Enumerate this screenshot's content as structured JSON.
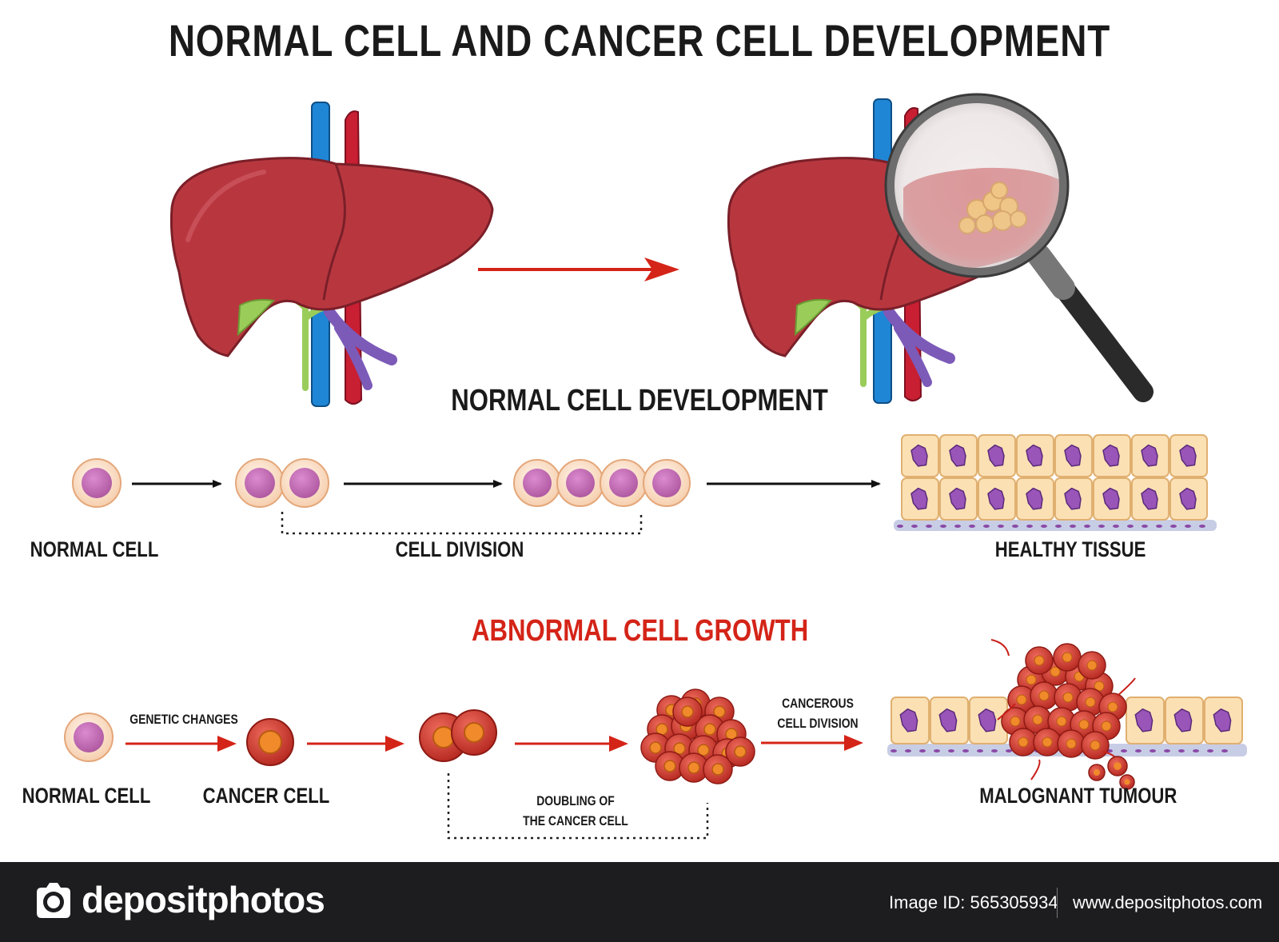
{
  "title": "NORMAL CELL AND CANCER CELL DEVELOPMENT",
  "normal_section": {
    "heading": "NORMAL CELL DEVELOPMENT",
    "labels": {
      "normal_cell": "NORMAL CELL",
      "cell_division": "CELL DIVISION",
      "healthy_tissue": "HEALTHY TISSUE"
    }
  },
  "abnormal_section": {
    "heading": "ABNORMAL CELL GROWTH",
    "labels": {
      "normal_cell": "NORMAL CELL",
      "genetic_changes": "GENETIC CHANGES",
      "cancer_cell": "CANCER CELL",
      "doubling_line1": "DOUBLING OF",
      "doubling_line2": "THE CANCER CELL",
      "cancerous_line1": "CANCEROUS",
      "cancerous_line2": "CELL DIVISION",
      "malignant_tumour": "MALOGNANT TUMOUR"
    }
  },
  "footer": {
    "brand": "depositphotos",
    "image_id": "Image ID: 565305934",
    "website": "www.depositphotos.com"
  },
  "colors": {
    "liver": "#b8373f",
    "liver_dark": "#8e2630",
    "vein": "#1f86d6",
    "artery": "#c81f33",
    "cell_fill": "#fbe4d2",
    "cell_nucleus": "#c96ab6",
    "cancer_cell": "#d8453a",
    "cancer_nucleus": "#f08a2a",
    "accent_red": "#d42418",
    "footer_bg": "#1d1d1f"
  },
  "icons": [
    "liver-illustration",
    "magnifier-icon",
    "arrow-icon",
    "camera-icon"
  ]
}
